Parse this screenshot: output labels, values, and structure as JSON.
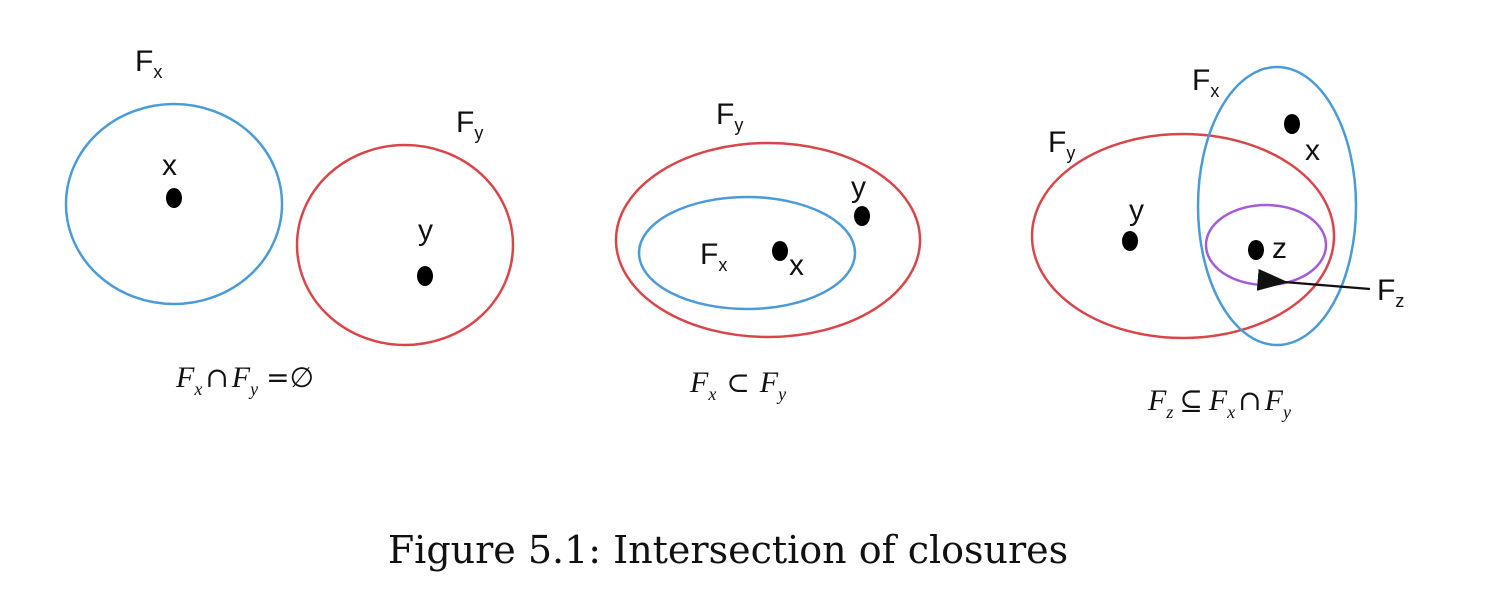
{
  "colors": {
    "blue": "#4a9bd6",
    "red": "#d9464a",
    "purple": "#a45cd4",
    "ink": "#111111"
  },
  "panel1": {
    "fx_label": "F",
    "fx_sub": "x",
    "fy_label": "F",
    "fy_sub": "y",
    "point_x": "x",
    "point_y": "y",
    "formula": {
      "a": "F",
      "a_sub": "x",
      "op1": "∩",
      "b": "F",
      "b_sub": "y",
      "op2": "=∅"
    }
  },
  "panel2": {
    "fy_label": "F",
    "fy_sub": "y",
    "fx_label": "F",
    "fx_sub": "x",
    "point_x": "x",
    "point_y": "y",
    "formula": {
      "a": "F",
      "a_sub": "x",
      "op1": "⊂",
      "b": "F",
      "b_sub": "y"
    }
  },
  "panel3": {
    "fx_label": "F",
    "fx_sub": "x",
    "fy_label": "F",
    "fy_sub": "y",
    "fz_label": "F",
    "fz_sub": "z",
    "point_x": "x",
    "point_y": "y",
    "point_z": "z",
    "formula": {
      "a": "F",
      "a_sub": "z",
      "op1": "⊆",
      "b": "F",
      "b_sub": "x",
      "op2": "∩",
      "c": "F",
      "c_sub": "y"
    }
  },
  "caption": "Figure 5.1: Intersection of closures"
}
